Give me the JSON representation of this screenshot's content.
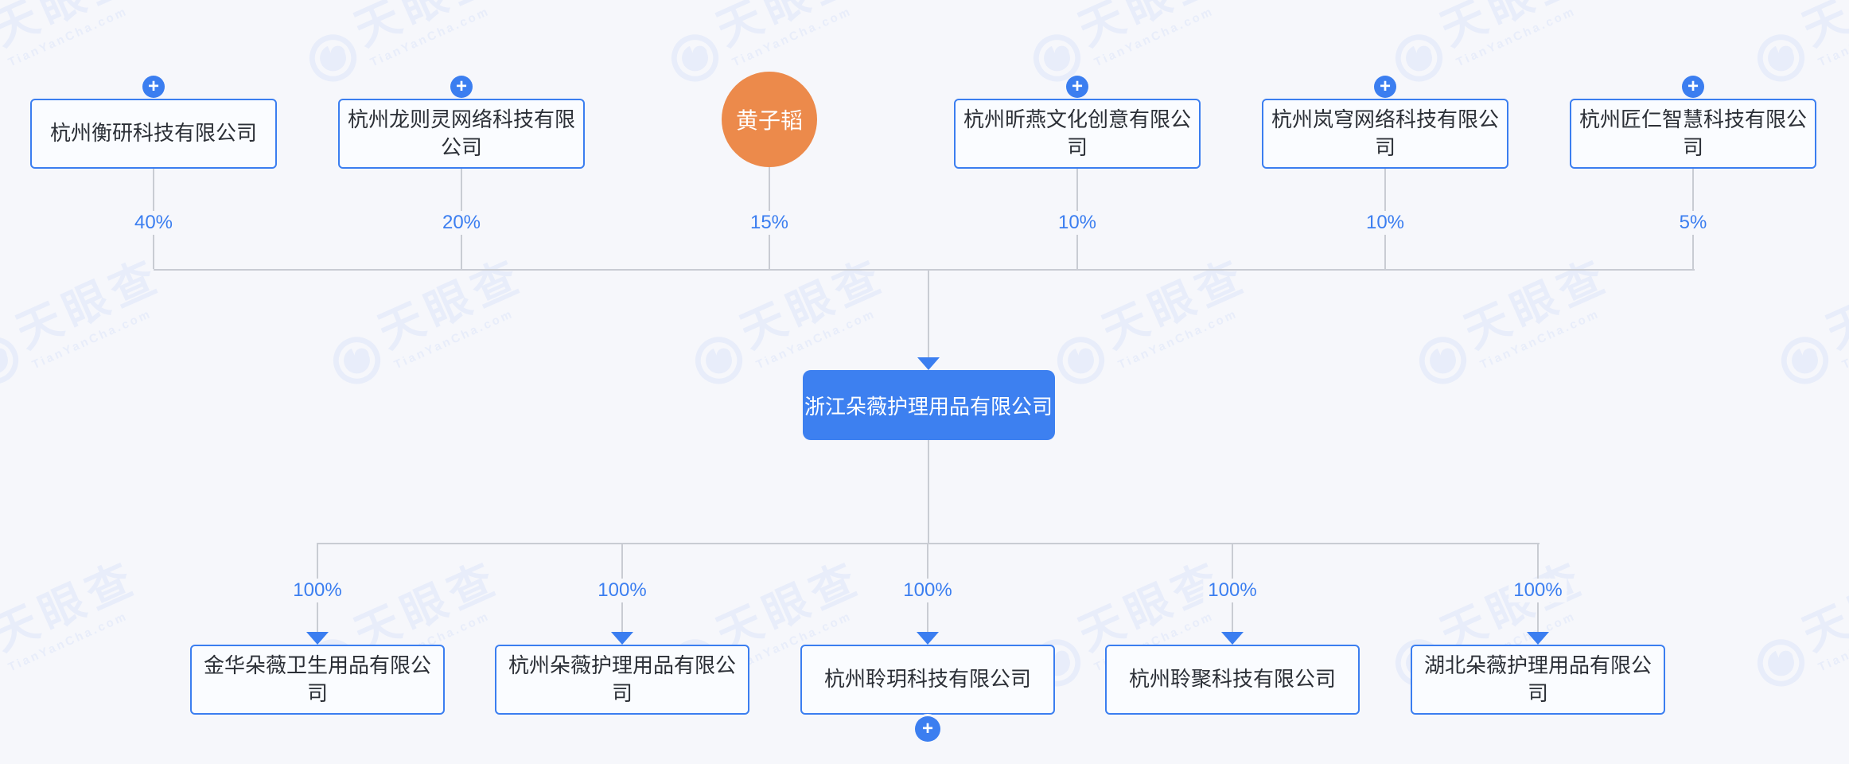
{
  "diagram_title": "equity-structure",
  "target_company": {
    "name": "浙江朵薇护理用品有限公司"
  },
  "shareholders": [
    {
      "name": "杭州衡研科技有限公司",
      "type": "company",
      "percent": "40%",
      "has_expand": true
    },
    {
      "name": "杭州龙则灵网络科技有限公司",
      "type": "company",
      "percent": "20%",
      "has_expand": true
    },
    {
      "name": "黄子韬",
      "type": "person",
      "percent": "15%",
      "has_expand": false
    },
    {
      "name": "杭州昕燕文化创意有限公司",
      "type": "company",
      "percent": "10%",
      "has_expand": true
    },
    {
      "name": "杭州岚穹网络科技有限公司",
      "type": "company",
      "percent": "10%",
      "has_expand": true
    },
    {
      "name": "杭州匠仁智慧科技有限公司",
      "type": "company",
      "percent": "5%",
      "has_expand": true
    }
  ],
  "subsidiaries": [
    {
      "name": "金华朵薇卫生用品有限公司",
      "percent": "100%",
      "has_expand": false
    },
    {
      "name": "杭州朵薇护理用品有限公司",
      "percent": "100%",
      "has_expand": false
    },
    {
      "name": "杭州聆玥科技有限公司",
      "percent": "100%",
      "has_expand": true
    },
    {
      "name": "杭州聆聚科技有限公司",
      "percent": "100%",
      "has_expand": false
    },
    {
      "name": "湖北朵薇护理用品有限公司",
      "percent": "100%",
      "has_expand": false
    }
  ],
  "icons": {
    "expand": "+"
  },
  "watermark": {
    "brand": "天眼查",
    "domain_text": "TianYanCha.com"
  },
  "colors": {
    "accent": "#3B7EF0",
    "accent_fill": "#3D80F0",
    "person_orange": "#EC8A4B",
    "connector_gray": "#C9CCD3",
    "node_fill": "#FAFCFF",
    "text": "#2B2F36",
    "background": "#F6F7FB"
  }
}
